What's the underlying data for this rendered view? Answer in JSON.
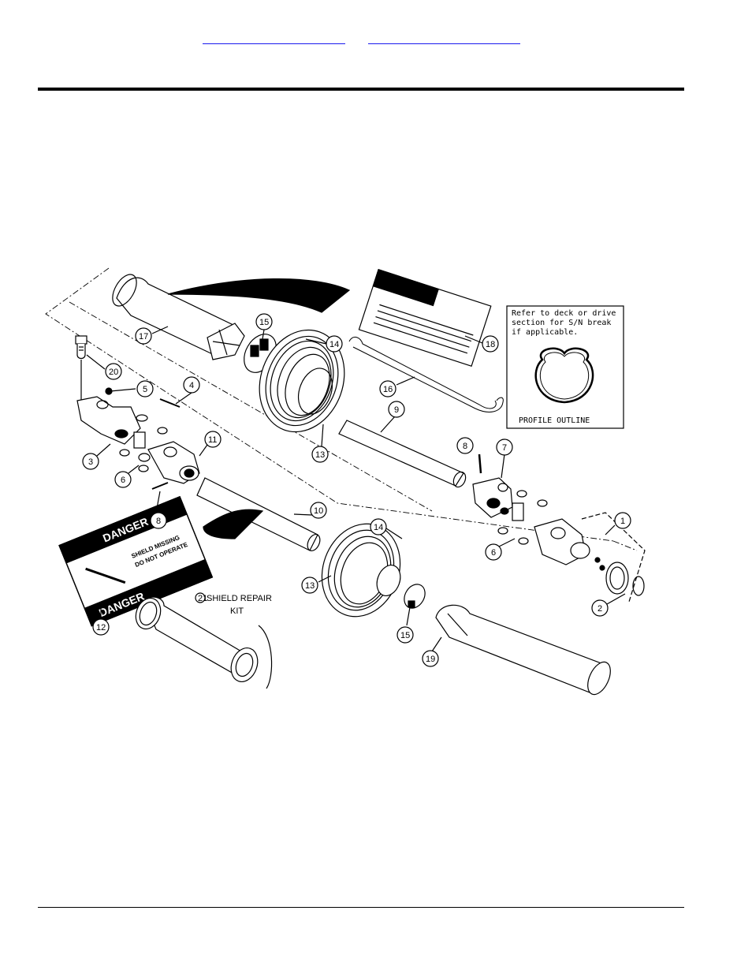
{
  "header": {
    "link_left": "",
    "link_right": ""
  },
  "diagram": {
    "note_box": {
      "lines": [
        "Refer to deck or drive",
        "section for S/N break",
        "if applicable."
      ],
      "caption": "PROFILE OUTLINE"
    },
    "shield_repair_kit": {
      "number": "21",
      "line1": "SHIELD REPAIR",
      "line2": "KIT"
    },
    "danger_decal": {
      "heading_top": "DANGER",
      "body_line1": "SHIELD MISSING",
      "body_line2": "DO NOT OPERATE",
      "heading_bottom": "DANGER"
    },
    "callouts": [
      "1",
      "2",
      "3",
      "4",
      "5",
      "6",
      "6",
      "7",
      "8",
      "8",
      "9",
      "10",
      "11",
      "12",
      "13",
      "13",
      "14",
      "14",
      "15",
      "15",
      "16",
      "17",
      "18",
      "19",
      "20"
    ]
  }
}
